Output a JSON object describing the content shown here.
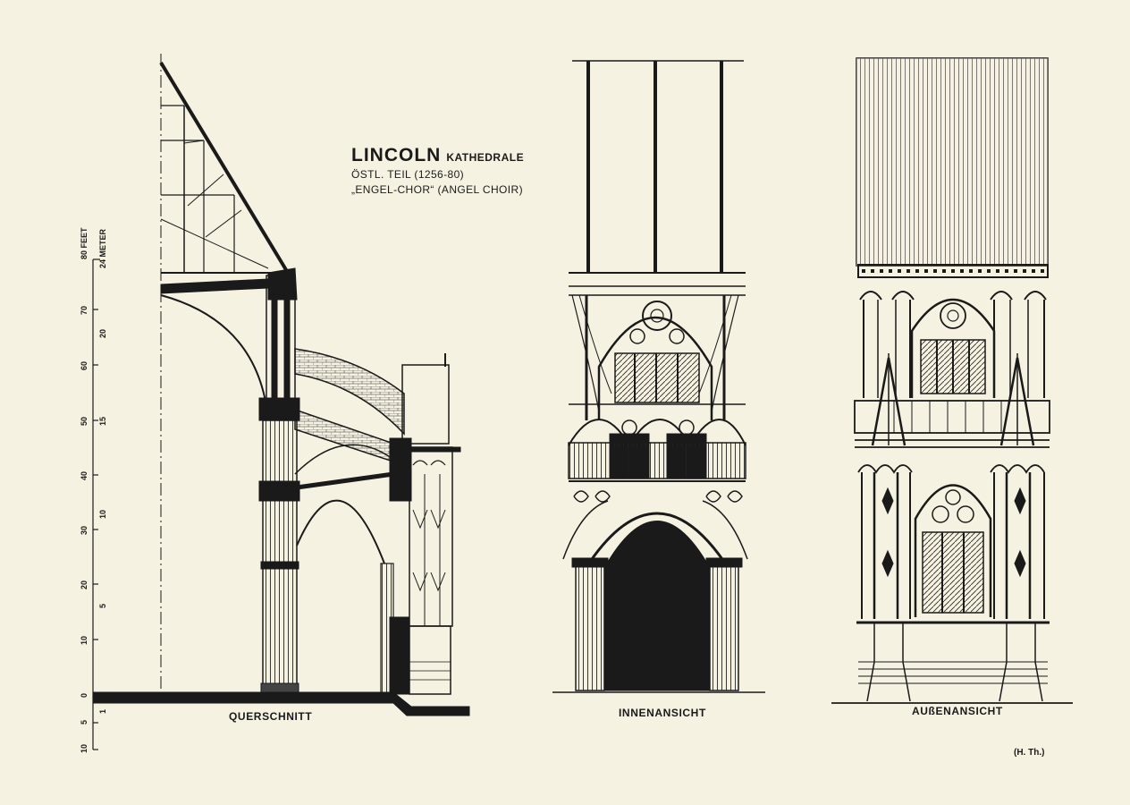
{
  "title": {
    "main": "LINCOLN",
    "main_suffix": "KATHEDRALE",
    "line2": "ÖSTL. TEIL (1256-80)",
    "line3": "„ENGEL-CHOR“ (ANGEL CHOIR)"
  },
  "captions": {
    "section": "QUERSCHNITT",
    "interior": "INNENANSICHT",
    "exterior": "AUßENANSICHT"
  },
  "credit": "(H. Th.)",
  "scale": {
    "feet_label": "80 FEET",
    "meter_label": "24 METER",
    "feet_ticks": [
      "70",
      "60",
      "50",
      "40",
      "30",
      "20",
      "10",
      "0",
      "5",
      "10"
    ],
    "meter_ticks": [
      "20",
      "15",
      "10",
      "5",
      "1"
    ]
  }
}
